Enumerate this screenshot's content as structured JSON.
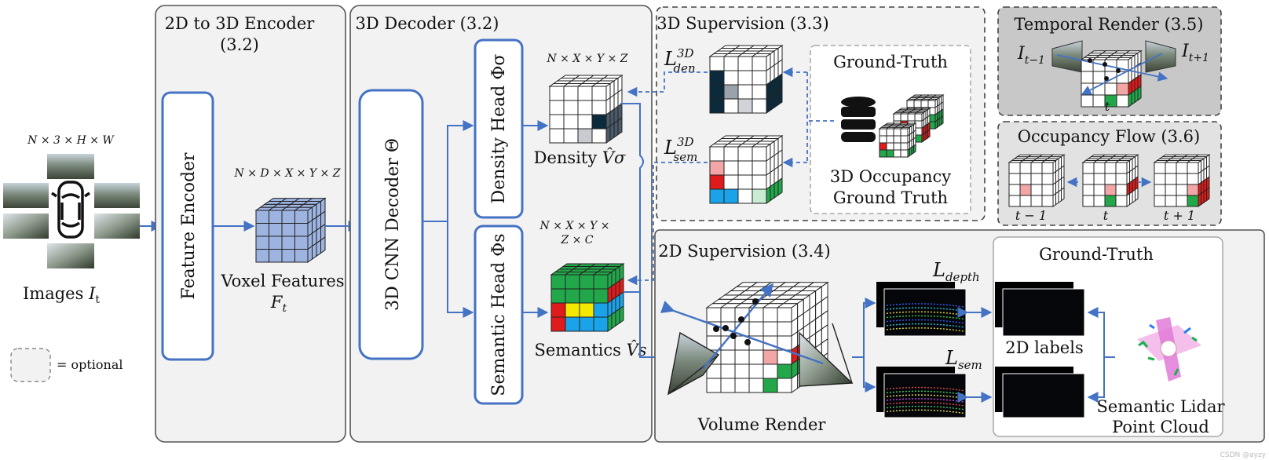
{
  "inputs": {
    "dims": "N × 3 × H × W",
    "caption_prefix": "Images ",
    "caption_symbol": "I",
    "caption_sub": "t"
  },
  "legend": {
    "optional_label": "= optional"
  },
  "encoder": {
    "title_line1": "2D to 3D Encoder",
    "title_line2": "(3.2)",
    "block_label": "Feature Encoder",
    "voxel_dims": "N × D × X × Y × Z",
    "voxel_caption": "Voxel Features",
    "voxel_symbol": "F",
    "voxel_sub": "t"
  },
  "decoder": {
    "title": "3D Decoder (3.2)",
    "cnn_label": "3D CNN Decoder Θ",
    "density_head": "Density Head Φσ",
    "semantic_head": "Semantic Head Φs",
    "density_dims": "N × X × Y × Z",
    "density_caption": "Density ",
    "density_symbol": "V̂σ",
    "semantic_dims_line1": "N × X × Y ×",
    "semantic_dims_line2": "Z × C",
    "semantic_caption": "Semantics ",
    "semantic_symbol": "V̂s"
  },
  "sup3d": {
    "title": "3D Supervision (3.3)",
    "loss_den": "L",
    "loss_den_sup": "3D",
    "loss_den_sub": "den",
    "loss_sem": "L",
    "loss_sem_sup": "3D",
    "loss_sem_sub": "sem",
    "gt_title": "Ground-Truth",
    "gt_line1": "3D Occupancy",
    "gt_line2": "Ground Truth"
  },
  "temporal": {
    "title": "Temporal Render (3.5)",
    "prev": "I",
    "prev_sub": "t−1",
    "next": "I",
    "next_sub": "t+1",
    "t": "t"
  },
  "flow": {
    "title": "Occupancy Flow (3.6)",
    "labels": [
      "t − 1",
      "t",
      "t + 1"
    ]
  },
  "sup2d": {
    "title": "2D Supervision (3.4)",
    "render_caption": "Volume Render",
    "loss_depth": "L",
    "loss_depth_sub": "depth",
    "loss_sem": "L",
    "loss_sem_sub": "sem",
    "gt_title": "Ground-Truth",
    "gt_2d": "2D labels",
    "gt_lidar_line1": "Semantic Lidar",
    "gt_lidar_line2": "Point Cloud"
  },
  "watermark": "CSDN @ayzy",
  "colors": {
    "blue_border": "#4472c4",
    "panel_fill": "#f2f2f2",
    "voxel_blue": "#9db3e0",
    "dark_navy": "#0b2a3c",
    "green": "#22a84a",
    "red": "#e01b1b",
    "yellow": "#f5e800",
    "cyan": "#1aa3e8",
    "pink": "#f2a6a6"
  }
}
